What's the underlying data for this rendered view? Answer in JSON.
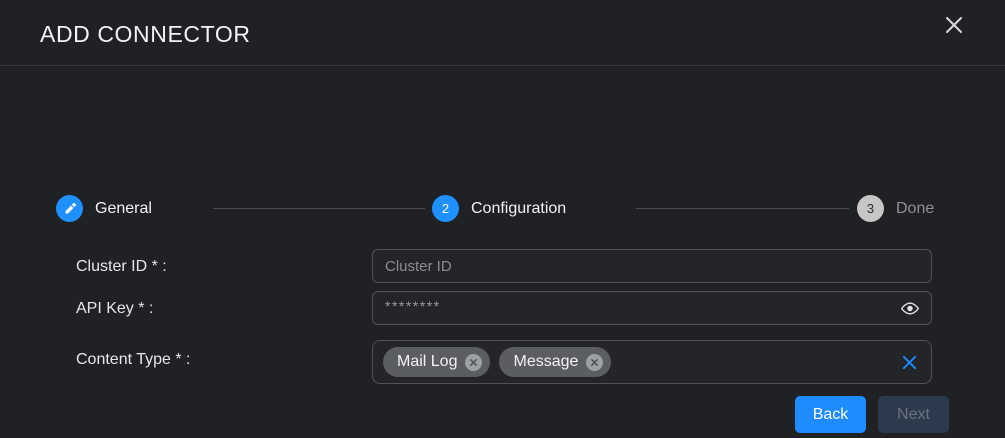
{
  "dialog": {
    "title": "ADD CONNECTOR",
    "close_icon": "close-icon"
  },
  "stepper": {
    "steps": [
      {
        "marker": "✎",
        "label": "General",
        "state": "completed"
      },
      {
        "marker": "2",
        "label": "Configuration",
        "state": "active"
      },
      {
        "marker": "3",
        "label": "Done",
        "state": "pending"
      }
    ]
  },
  "form": {
    "fields": [
      {
        "label": "Cluster ID * :",
        "type": "text",
        "value": "",
        "placeholder": "Cluster ID"
      },
      {
        "label": "API Key * :",
        "type": "password",
        "masked_value": "********",
        "reveal_icon": "eye-icon"
      },
      {
        "label": "Content Type * :",
        "type": "multiselect",
        "chips": [
          {
            "label": "Mail Log",
            "remove_icon": "chip-remove-icon"
          },
          {
            "label": "Message",
            "remove_icon": "chip-remove-icon"
          }
        ],
        "clear_icon": "clear-all-icon"
      }
    ]
  },
  "actions": {
    "back_label": "Back",
    "next_label": "Next",
    "next_disabled": true
  },
  "colors": {
    "background": "#1f2124",
    "accent_blue": "#1e8bff",
    "step_pending": "#c6c6c6",
    "chip_background": "#5a5d61",
    "disabled_button": "#2b3a4c",
    "border": "#4f5256"
  }
}
